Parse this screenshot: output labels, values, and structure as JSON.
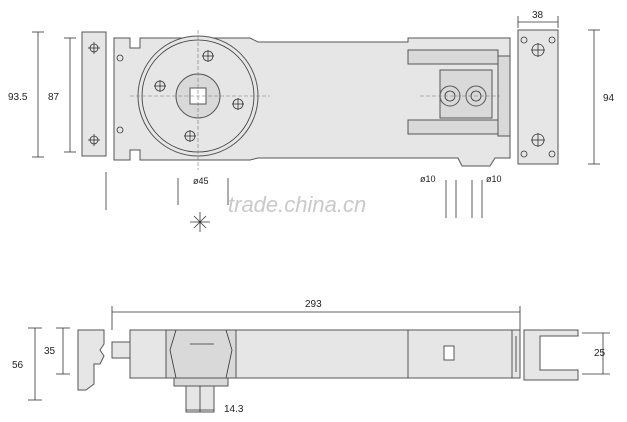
{
  "top_view": {
    "dims": {
      "height_outer": "93.5",
      "height_inner": "87",
      "end_cap_width": "38",
      "end_cap_height": "94",
      "spindle_diameter": "ø45",
      "hole_left": "ø10",
      "hole_right": "ø10"
    }
  },
  "side_view": {
    "dims": {
      "total_length": "293",
      "height_outer": "56",
      "height_inner": "35",
      "bracket_height": "25",
      "spindle_width": "14.3"
    }
  },
  "watermark": "trade.china.cn"
}
